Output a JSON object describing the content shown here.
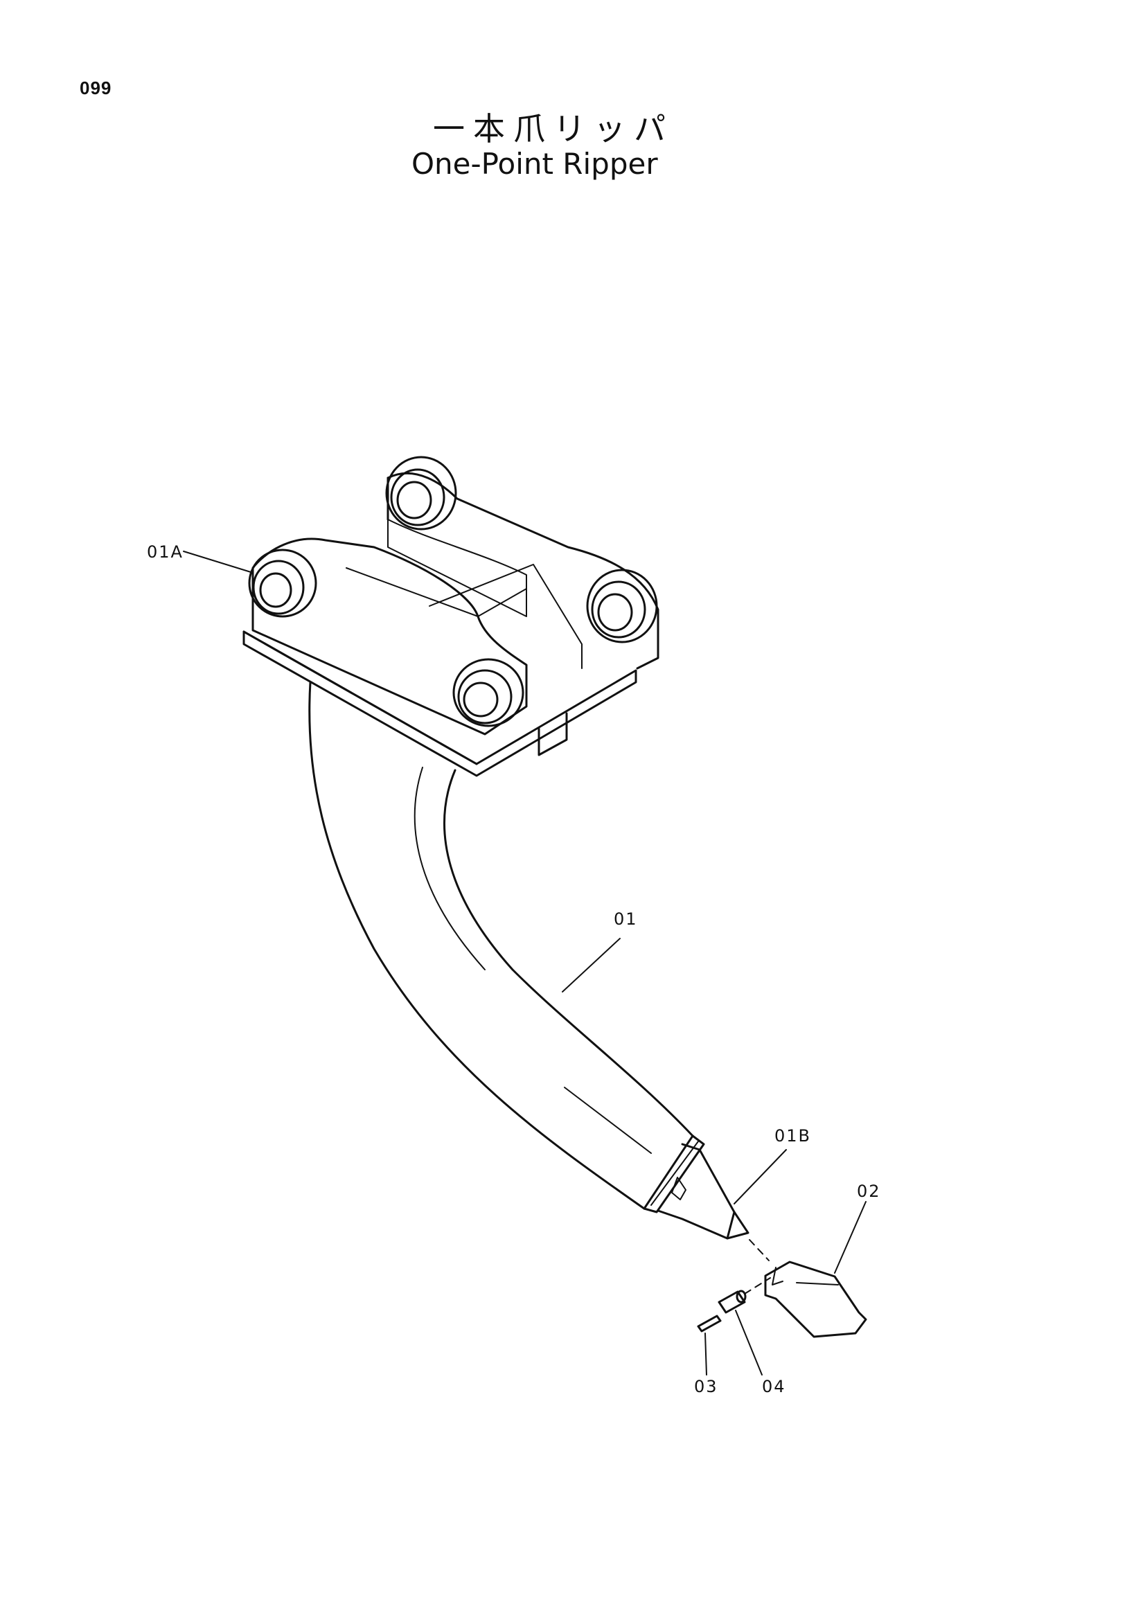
{
  "page": {
    "number": "099"
  },
  "title": {
    "japanese": "一本爪リッパ",
    "english": "One-Point Ripper"
  },
  "callouts": [
    {
      "id": "01A",
      "label": "01A"
    },
    {
      "id": "01",
      "label": "01"
    },
    {
      "id": "01B",
      "label": "01B"
    },
    {
      "id": "02",
      "label": "02"
    },
    {
      "id": "03",
      "label": "03"
    },
    {
      "id": "04",
      "label": "04"
    }
  ]
}
